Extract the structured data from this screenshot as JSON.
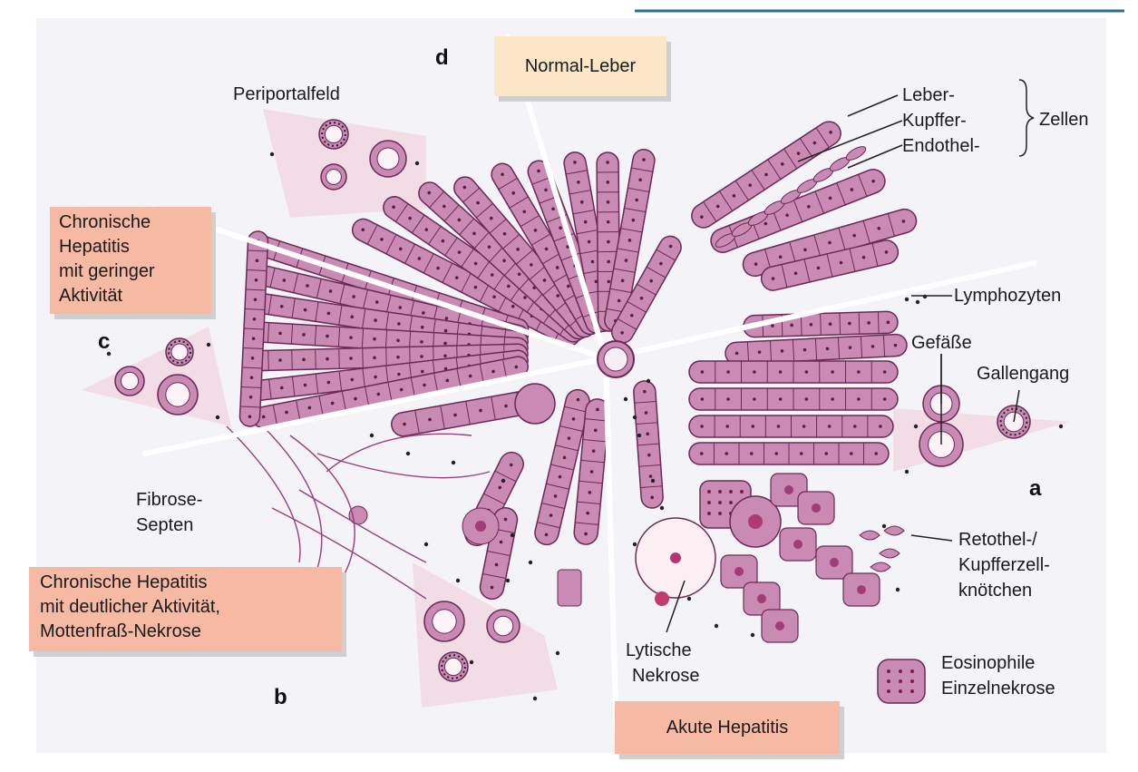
{
  "colors": {
    "background": "#f3f3f6",
    "cell_fill": "#c98ab3",
    "cell_stroke": "#6b2a55",
    "nucleus": "#5a1f45",
    "septum": "#9a3f7a",
    "box_normal": "#fbe7c8",
    "box_disease": "#f6b9a4"
  },
  "section_letters": {
    "a": "a",
    "b": "b",
    "c": "c",
    "d": "d"
  },
  "boxes": {
    "normal": "Normal-Leber",
    "chronic_low": [
      "Chronische",
      "Hepatitis",
      "mit geringer",
      "Aktivität"
    ],
    "chronic_high": [
      "Chronische Hepatitis",
      "mit deutlicher Aktivität,",
      "Mottenfraß-Nekrose"
    ],
    "acute": "Akute Hepatitis"
  },
  "labels": {
    "periportalfeld": "Periportalfeld",
    "leber": "Leber-",
    "kupffer": "Kupffer-",
    "endothel": "Endothel-",
    "zellen": "Zellen",
    "lymphozyten": "Lymphozyten",
    "gefaesse": "Gefäße",
    "gallengang": "Gallengang",
    "fibrose": [
      "Fibrose-",
      "Septen"
    ],
    "retothel": [
      "Retothel-/",
      "Kupfferzell-",
      "knötchen"
    ],
    "lytische": [
      "Lytische",
      "Nekrose"
    ],
    "eosinophile": [
      "Eosinophile",
      "Einzelnekrose"
    ]
  }
}
